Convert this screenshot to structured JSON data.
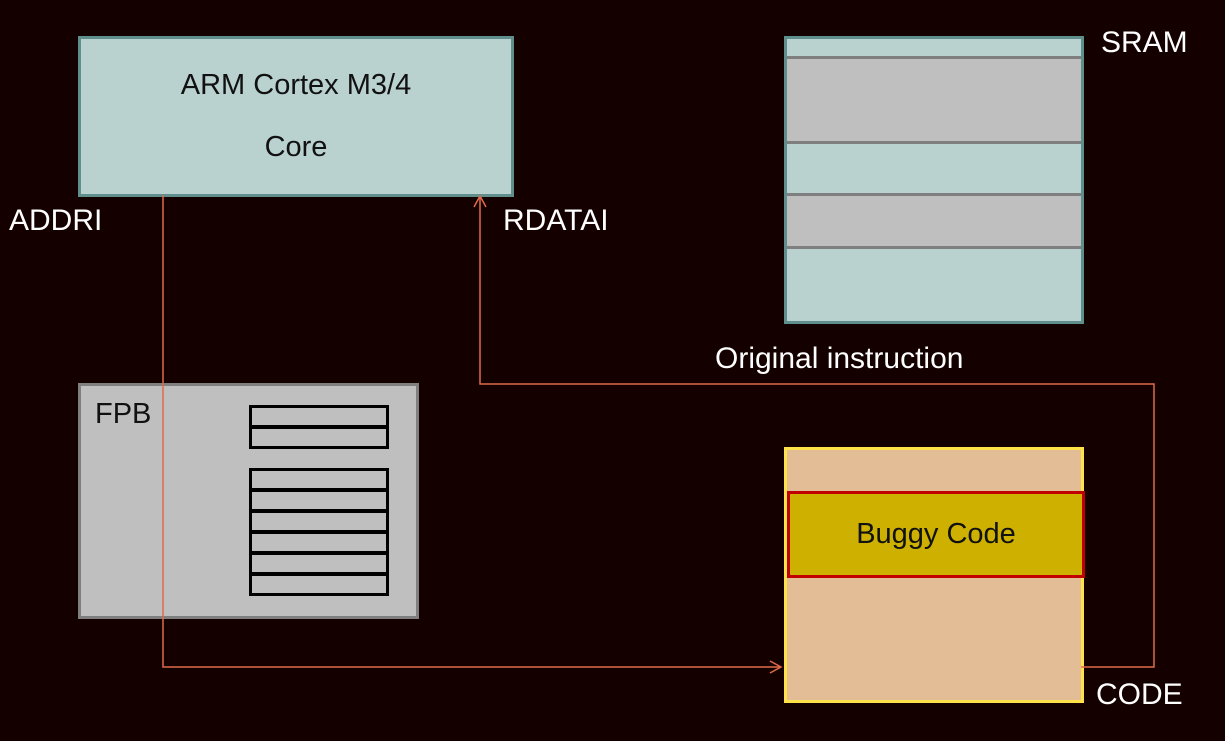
{
  "core": {
    "line1": "ARM Cortex M3/4",
    "line2": "Core"
  },
  "signals": {
    "address": "ADDRI",
    "read_data": "RDATAI"
  },
  "sram": {
    "label": "SRAM"
  },
  "fpb": {
    "label": "FPB"
  },
  "code": {
    "label": "CODE",
    "buggy_label": "Buggy Code"
  },
  "path": {
    "label": "Original instruction"
  },
  "colors": {
    "background": "#150000",
    "core_fill": "#b9d1cf",
    "sram_grey": "#bfbfbf",
    "code_fill": "#e3bd95",
    "buggy_fill": "#cdb000",
    "buggy_border": "#c00000",
    "wire": "#e06a4a"
  }
}
